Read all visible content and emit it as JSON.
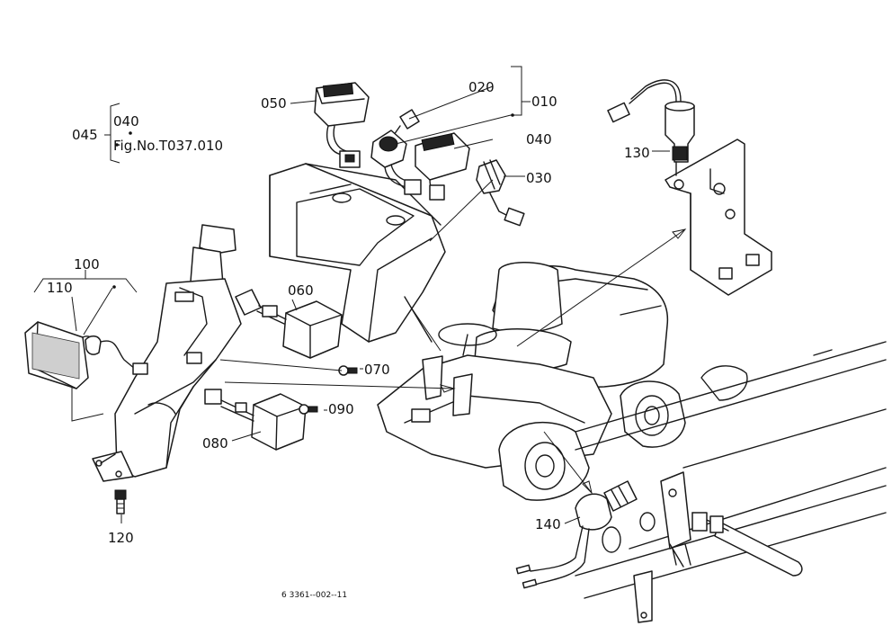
{
  "labels": {
    "p010": "010",
    "p020": "020",
    "p030": "030",
    "p040_top": "040",
    "p040": "040",
    "p045": "045",
    "fig_ref": "Fig.No.T037.010",
    "p050": "050",
    "p060": "060",
    "p070": "070",
    "p080": "080",
    "p090": "090",
    "p100": "100",
    "p110": "110",
    "p120": "120",
    "p130": "130",
    "p140": "140",
    "drawing_no": "6 3361--002--11"
  }
}
